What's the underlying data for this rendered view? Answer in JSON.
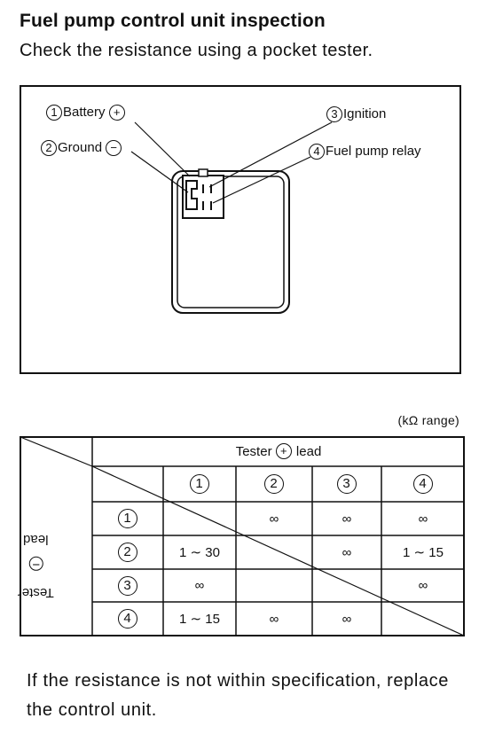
{
  "heading": "Fuel pump control unit inspection",
  "instruction": "Check the resistance using a pocket tester.",
  "diagram": {
    "labels": {
      "battery": {
        "num": "1",
        "text": "Battery",
        "sign": "+"
      },
      "ground": {
        "num": "2",
        "text": "Ground",
        "sign": "−"
      },
      "ignition": {
        "num": "3",
        "text": "Ignition"
      },
      "relay": {
        "num": "4",
        "text": "Fuel pump relay"
      }
    }
  },
  "range_note": "(kΩ range)",
  "table": {
    "plus_lead_label": "Tester",
    "plus_lead_sign": "+",
    "plus_lead_suffix": "lead",
    "minus_lead_label": "Tester",
    "minus_lead_sign": "−",
    "minus_lead_suffix": "lead",
    "columns": [
      "1",
      "2",
      "3",
      "4"
    ],
    "rows": [
      {
        "num": "1",
        "cells": [
          "",
          "∞",
          "∞",
          "∞"
        ]
      },
      {
        "num": "2",
        "cells": [
          "1 ∼ 30",
          "",
          "∞",
          "1 ∼ 15"
        ]
      },
      {
        "num": "3",
        "cells": [
          "∞",
          "",
          "",
          "∞"
        ]
      },
      {
        "num": "4",
        "cells": [
          "1 ∼ 15",
          "∞",
          "∞",
          ""
        ]
      }
    ]
  },
  "footer_note": "If the resistance is not within specification, replace the control unit."
}
